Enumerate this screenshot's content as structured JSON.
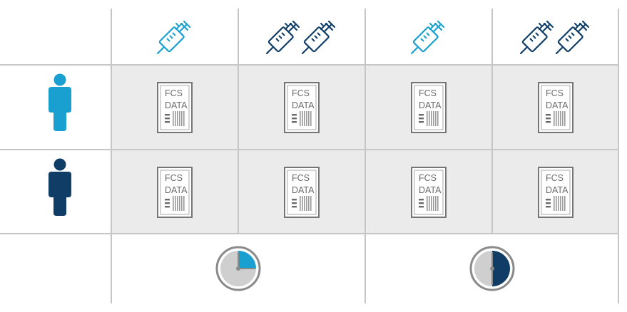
{
  "colors": {
    "light_blue": "#1a9fd1",
    "dark_blue": "#0f3d66",
    "cell_fill": "#ebebeb",
    "grid_line": "#c6c6c6",
    "doc_border": "#757575",
    "clock_gray": "#8a8a8a"
  },
  "columns": [
    {
      "syringe_icon": "syringe-icon",
      "syringe_count": 1,
      "color": "light_blue"
    },
    {
      "syringe_icon": "syringe-icon",
      "syringe_count": 2,
      "color": "dark_blue"
    },
    {
      "syringe_icon": "syringe-icon",
      "syringe_count": 1,
      "color": "light_blue"
    },
    {
      "syringe_icon": "syringe-icon",
      "syringe_count": 2,
      "color": "dark_blue"
    }
  ],
  "rows": [
    {
      "person_icon": "person-icon",
      "color": "light_blue"
    },
    {
      "person_icon": "person-icon",
      "color": "dark_blue"
    }
  ],
  "fcs_file": {
    "line1": "FCS",
    "line2": "DATA",
    "icon": "fcs-data-file-icon"
  },
  "timepoints": [
    {
      "icon": "clock-icon",
      "filled_fraction": 0.25,
      "color": "light_blue"
    },
    {
      "icon": "clock-icon",
      "filled_fraction": 0.5,
      "color": "dark_blue"
    }
  ]
}
